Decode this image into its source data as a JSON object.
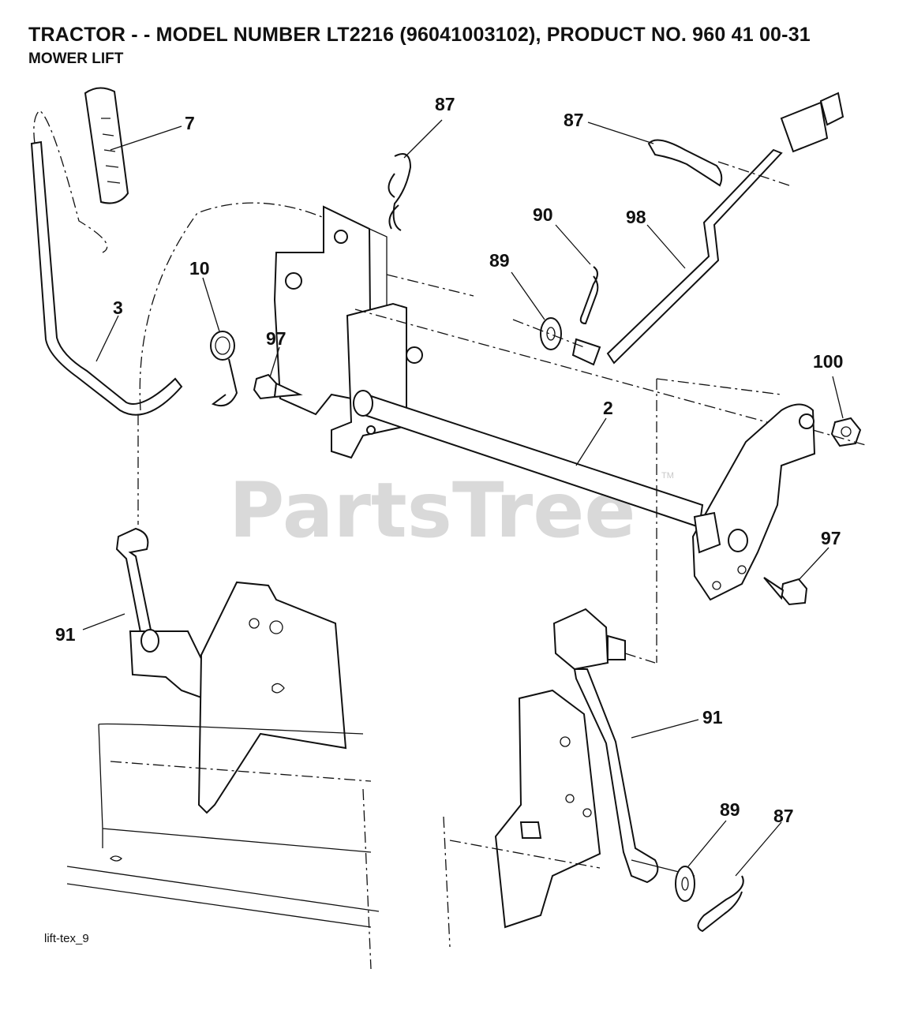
{
  "header": {
    "title": "TRACTOR - - MODEL NUMBER LT2216 (96041003102), PRODUCT NO. 960 41 00-31",
    "subtitle": "MOWER LIFT"
  },
  "watermark": {
    "text": "PartsTree",
    "mark": "TM"
  },
  "callouts": {
    "c7": "7",
    "c87_top": "87",
    "c87_right": "87",
    "c90": "90",
    "c98": "98",
    "c89_top": "89",
    "c10": "10",
    "c3": "3",
    "c97_left": "97",
    "c2": "2",
    "c100": "100",
    "c97_right": "97",
    "c91_left": "91",
    "c91_right": "91",
    "c89_bottom": "89",
    "c87_bottom": "87"
  },
  "footer": {
    "drawing_id": "lift-tex_9"
  }
}
